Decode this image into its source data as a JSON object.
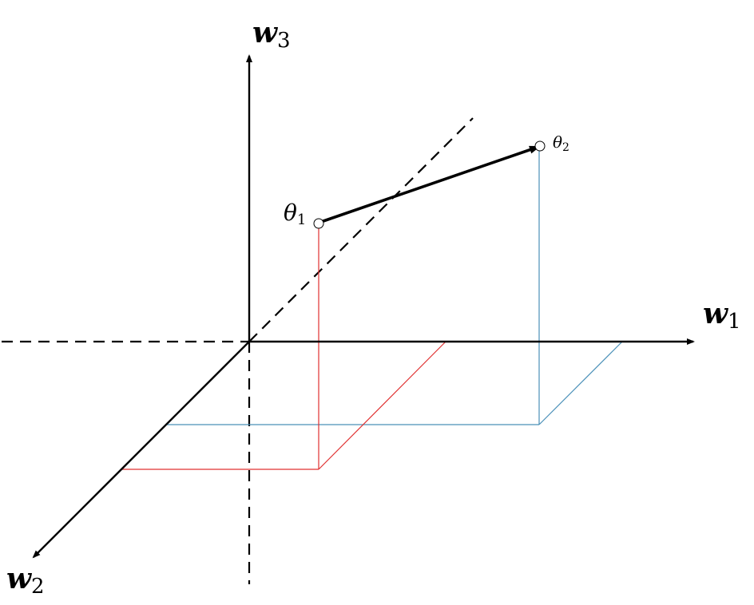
{
  "axes": {
    "w1": {
      "symbol": "w",
      "subscript": "1"
    },
    "w2": {
      "symbol": "w",
      "subscript": "2"
    },
    "w3": {
      "symbol": "w",
      "subscript": "3"
    }
  },
  "points": {
    "theta1": {
      "symbol": "θ",
      "subscript": "1",
      "color": "#e03030"
    },
    "theta2": {
      "symbol": "θ",
      "subscript": "2",
      "color": "#4a90b8"
    }
  },
  "colors": {
    "axis": "#000000",
    "theta1_projection": "#e03030",
    "theta2_projection": "#4a90b8"
  }
}
